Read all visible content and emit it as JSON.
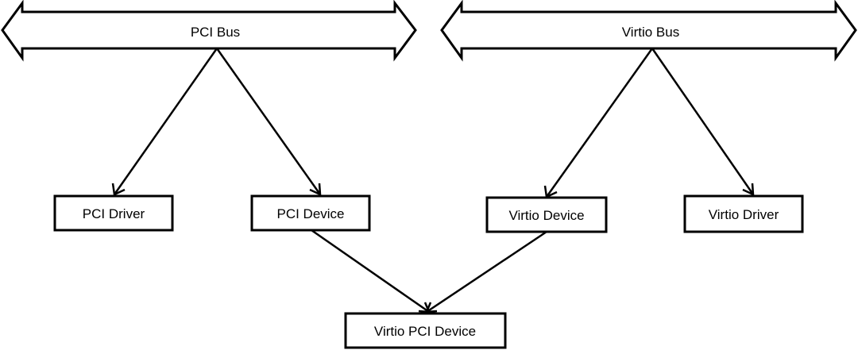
{
  "diagram": {
    "buses": {
      "pci_bus": "PCI Bus",
      "virtio_bus": "Virtio Bus"
    },
    "nodes": {
      "pci_driver": "PCI Driver",
      "pci_device": "PCI Device",
      "virtio_device": "Virtio Device",
      "virtio_driver": "Virtio Driver",
      "virtio_pci_device": "Virtio PCI Device"
    },
    "edges": [
      {
        "from": "PCI Bus",
        "to": "PCI Driver"
      },
      {
        "from": "PCI Bus",
        "to": "PCI Device"
      },
      {
        "from": "Virtio Bus",
        "to": "Virtio Device"
      },
      {
        "from": "Virtio Bus",
        "to": "Virtio Driver"
      },
      {
        "from": "PCI Device",
        "to": "Virtio PCI Device"
      },
      {
        "from": "Virtio Device",
        "to": "Virtio PCI Device"
      }
    ]
  }
}
